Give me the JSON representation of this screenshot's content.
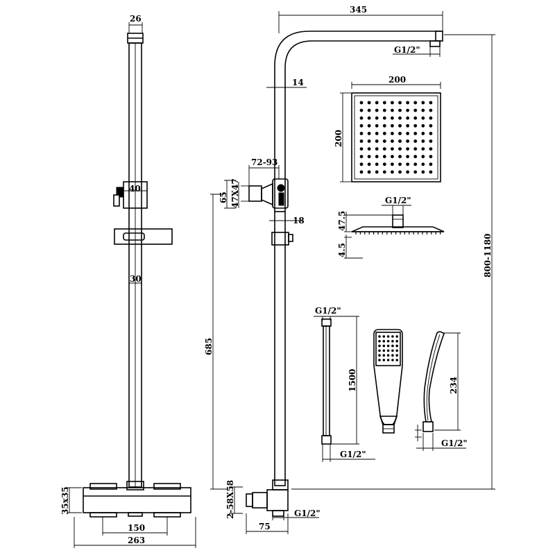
{
  "dimensions": {
    "bar_top_width": "26",
    "holder_width": "40",
    "bar_diameter": "30",
    "valve_height": "35x35",
    "valve_centres": "150",
    "valve_width": "263",
    "arm_reach": "345",
    "arm_thread": "G1/2\"",
    "arm_diameter": "14",
    "bracket_range": "72-93",
    "bracket_height": "65",
    "bracket_size": "47X47",
    "slider_size": "18",
    "bar_length": "685",
    "bottom_outlet_size": "2-58X58",
    "bottom_outlet_width": "75",
    "bottom_thread": "G1/2\"",
    "head_width": "200",
    "head_height": "200",
    "head_connector_thread": "G1/2\"",
    "head_connector_height": "47.5",
    "head_thickness": "4.5",
    "overall_height": "800-1180",
    "hose_thread_top": "G1/2\"",
    "hose_length": "1500",
    "hose_thread_bottom": "G1/2\"",
    "handset_length": "234",
    "handset_thread": "G1/2\""
  }
}
